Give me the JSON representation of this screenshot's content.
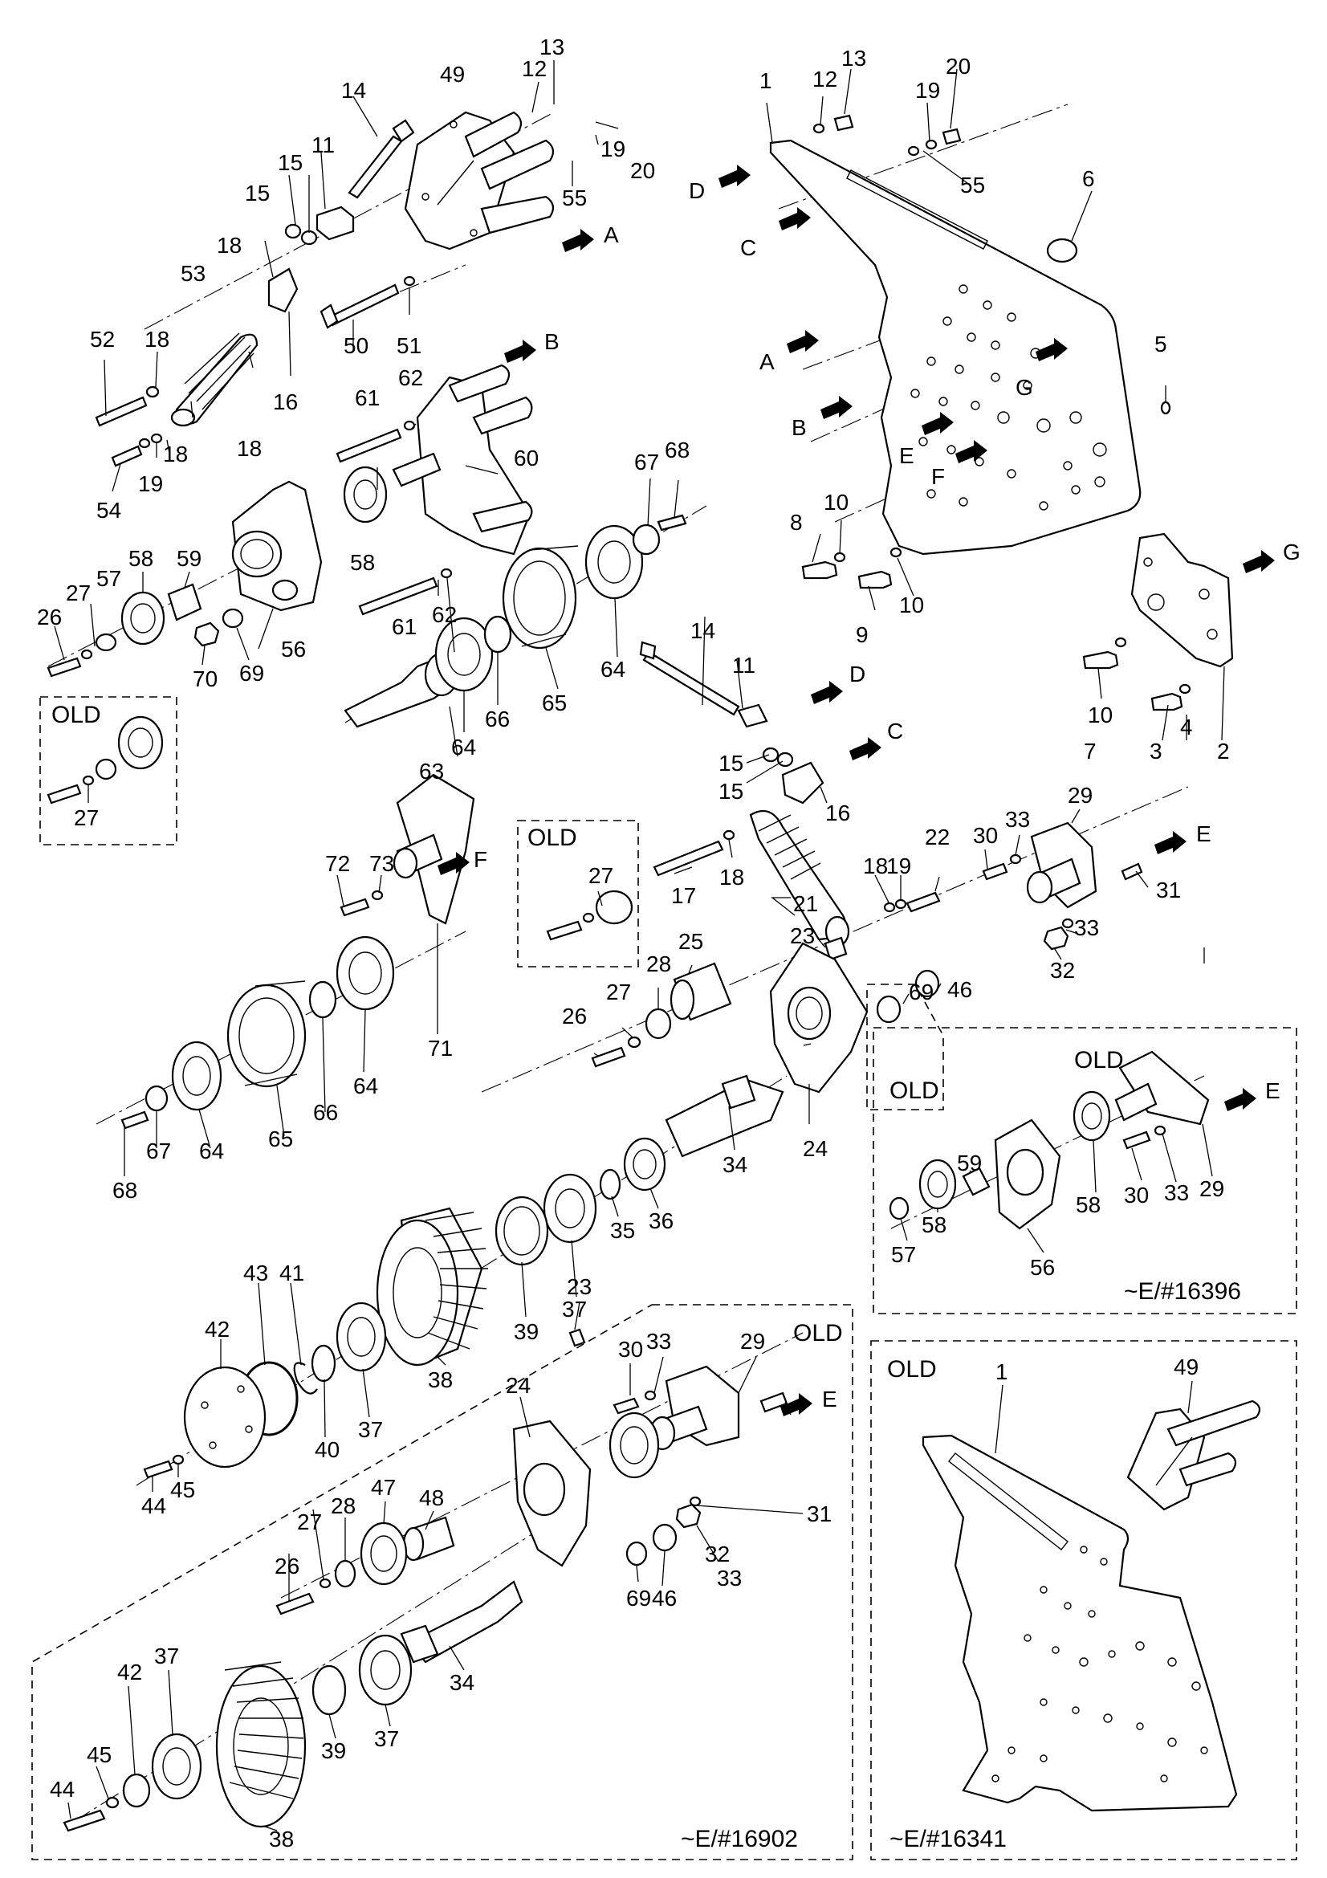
{
  "diagram": {
    "part_numbers": [
      "1",
      "2",
      "3",
      "4",
      "5",
      "6",
      "7",
      "8",
      "9",
      "10",
      "11",
      "12",
      "13",
      "14",
      "15",
      "16",
      "17",
      "18",
      "19",
      "20",
      "21",
      "22",
      "23",
      "24",
      "25",
      "26",
      "27",
      "28",
      "29",
      "30",
      "31",
      "32",
      "33",
      "34",
      "35",
      "36",
      "37",
      "38",
      "39",
      "40",
      "41",
      "42",
      "43",
      "44",
      "45",
      "46",
      "47",
      "48",
      "49",
      "50",
      "51",
      "52",
      "53",
      "54",
      "55",
      "56",
      "57",
      "58",
      "59",
      "60",
      "61",
      "62",
      "63",
      "64",
      "65",
      "66",
      "67",
      "68",
      "69",
      "70",
      "71",
      "72",
      "73"
    ],
    "reference_arrows": [
      "A",
      "B",
      "C",
      "D",
      "E",
      "F",
      "G"
    ],
    "variants": [
      {
        "label": "OLD",
        "caption": ""
      },
      {
        "label": "OLD",
        "caption": ""
      },
      {
        "label": "OLD",
        "caption": ""
      },
      {
        "label": "OLD",
        "caption": "~E/#16396"
      },
      {
        "label": "OLD",
        "caption": "~E/#16902"
      },
      {
        "label": "OLD",
        "caption": "~E/#16341"
      }
    ]
  }
}
